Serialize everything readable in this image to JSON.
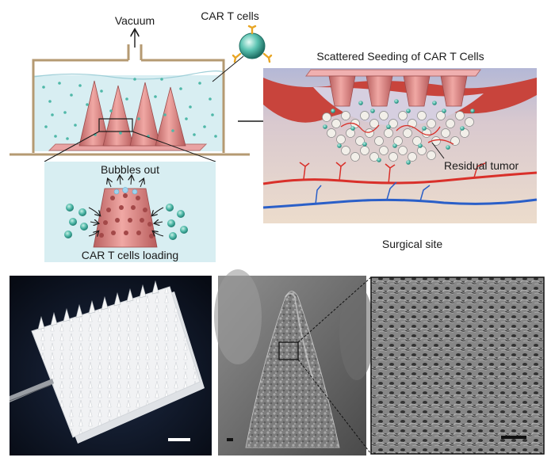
{
  "top_diagram": {
    "vacuum_label": "Vacuum",
    "car_t_label": "CAR  T cells",
    "bubbles_label": "Bubbles out",
    "loading_label": "CAR  T cells loading"
  },
  "right_diagram": {
    "title": "Scattered Seeding of CAR T Cells",
    "tumor_label": "Residual tumor",
    "site_label": "Surgical site"
  },
  "colors": {
    "chamber_wall": "#b59a72",
    "liquid": "#d8eef2",
    "cone": "#e08b8b",
    "cell": "#4fb8a8",
    "tissue_red": "#c8443c",
    "artery": "#d9302a",
    "vein": "#2a5fc8",
    "photo_bg": "#0f1626"
  }
}
